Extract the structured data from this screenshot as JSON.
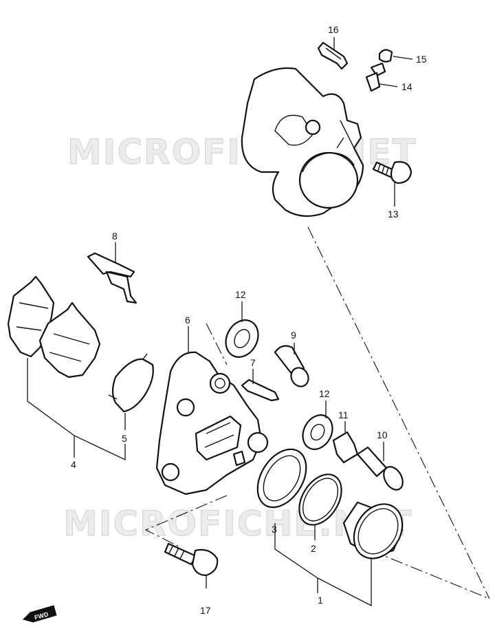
{
  "watermark": "MICROFICHE.NET",
  "fwd_label": "FWD",
  "callouts": [
    "1",
    "2",
    "3",
    "4",
    "5",
    "6",
    "7",
    "8",
    "9",
    "10",
    "11",
    "12",
    "12",
    "13",
    "14",
    "15",
    "16",
    "17"
  ]
}
